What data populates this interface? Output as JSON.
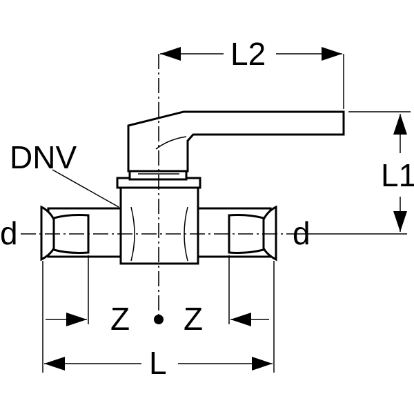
{
  "labels": {
    "l2": "L2",
    "l1": "L1",
    "dnv": "DNV",
    "d_left": "d",
    "d_right": "d",
    "z_left": "Z",
    "z_right": "Z",
    "l": "L"
  }
}
